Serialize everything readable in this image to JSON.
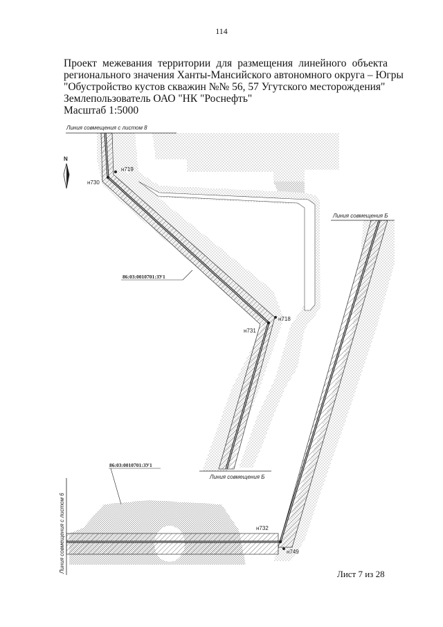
{
  "page_number": "114",
  "title_lines": [
    "Проект межевания территории для размещения линейного объекта",
    "регионального значения Ханты-Мансийского автономного округа – Югры",
    "\"Обустройство кустов скважин №№ 56, 57 Угутского месторождения\"",
    "Землепользователь ОАО \"НК \"Роснефть\"",
    "Масштаб 1:5000"
  ],
  "map": {
    "match_lines": {
      "sheet_8_top": "Линия совмещения с листом 8",
      "sheet_b_right": "Линия совмещения Б",
      "sheet_b_middle": "Линия совмещения Б",
      "sheet_6_left": "Линия совмещения с листом 6"
    },
    "north_label": "N",
    "points": {
      "n719": "н719",
      "n730": "н730",
      "n718": "н718",
      "n731": "н731",
      "n732": "н732",
      "n749": "н749"
    },
    "cadastral_labels": {
      "upper": "86:03:0010701:ЗУ1",
      "lower": "86:03:0010701:ЗУ1"
    }
  },
  "sheet_label": "Лист 7 из 28",
  "colors": {
    "hatch": "#555555",
    "line": "#222222"
  }
}
